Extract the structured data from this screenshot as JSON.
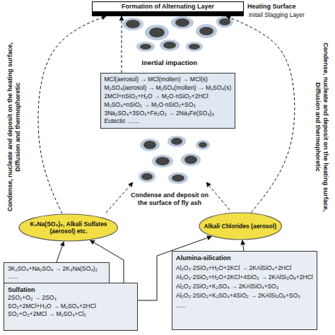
{
  "diagram": {
    "nodes": [
      {
        "text": [
          "Formation of Alternating Layer"
        ]
      },
      {
        "text": [
          "MCl(aerosol) → MCl(molten) → MCl(s)",
          "M₂SO₄(aerosol) → M₂SO₄(molten) → M₂SO₄(s)",
          "2MCl+nSiO₂+H₂O → M₂O·nSiO₂+2HCl",
          "M₂SO₄+nSiO₂ → M₂O·nSiO₂+SO₃",
          "3Na₂SO₄+3SO₃+Fe₂O₃ → 2Na₃Fe(SO₄)₃",
          "Eutectic ……"
        ]
      },
      {
        "text": [
          "K₃Na(SO₄)₂, Alkali Sulfates (aerosol) etc."
        ]
      },
      {
        "text": [
          "Alkali Chlorides (aerosol)"
        ]
      },
      {
        "text": [
          "3K₂SO₄+Na₂SO₄ → 2K₃Na(SO₄)₂",
          "......"
        ]
      },
      {
        "text": [
          "Sulfation",
          "2SO₂+O₂ → 2SO₃",
          "SO₃+2MCl+H₂O → M₂SO₄+2HCl",
          "SO₂+O₂+2MCl → M₂SO₄+Cl₂"
        ]
      },
      {
        "text": [
          "Alumina-silication",
          "Al₂O₃·2SiO₂+H₂O+2KCl → 2KAlSiO₄+2HCl",
          "Al₂O₃·2SiO₂+H₂O+2KCl+4SiO₂ → 2KAlSi₃O₈+2HCl",
          "Al₂O₃·2SiO₂+K₂SO₄ → 2KAlSiO₄+SO₃",
          "Al₂O₃·2SiO₂+K₂SO₄+4SiO₂ → 2KAlSi₃O₈+SO₃",
          "......"
        ]
      }
    ],
    "edges": [
      {
        "from": 4,
        "to": 2,
        "arrow": "to"
      },
      {
        "from": 5,
        "to": 2,
        "arrow": "to"
      },
      {
        "from": 5,
        "to": 3,
        "arrow": "to"
      },
      {
        "from": 6,
        "to": 3,
        "arrow": "to"
      },
      {
        "from": 2,
        "to": 0,
        "arrow": "to"
      },
      {
        "from": 3,
        "to": 0,
        "arrow": "to"
      },
      {
        "from": 1,
        "to": 0,
        "arrow": "to"
      }
    ],
    "labels": [
      "Heating Surface",
      "Initail Slagging Layer",
      "Inertial impaction",
      "Condense and deposit on the surface of fly ash",
      "Condense, nucleate and deposit on the heating surface, Diffusion and thermophoretic",
      "Condense, nucleate and deposit on the heating surface, Diffusion and thermophoretic"
    ]
  }
}
